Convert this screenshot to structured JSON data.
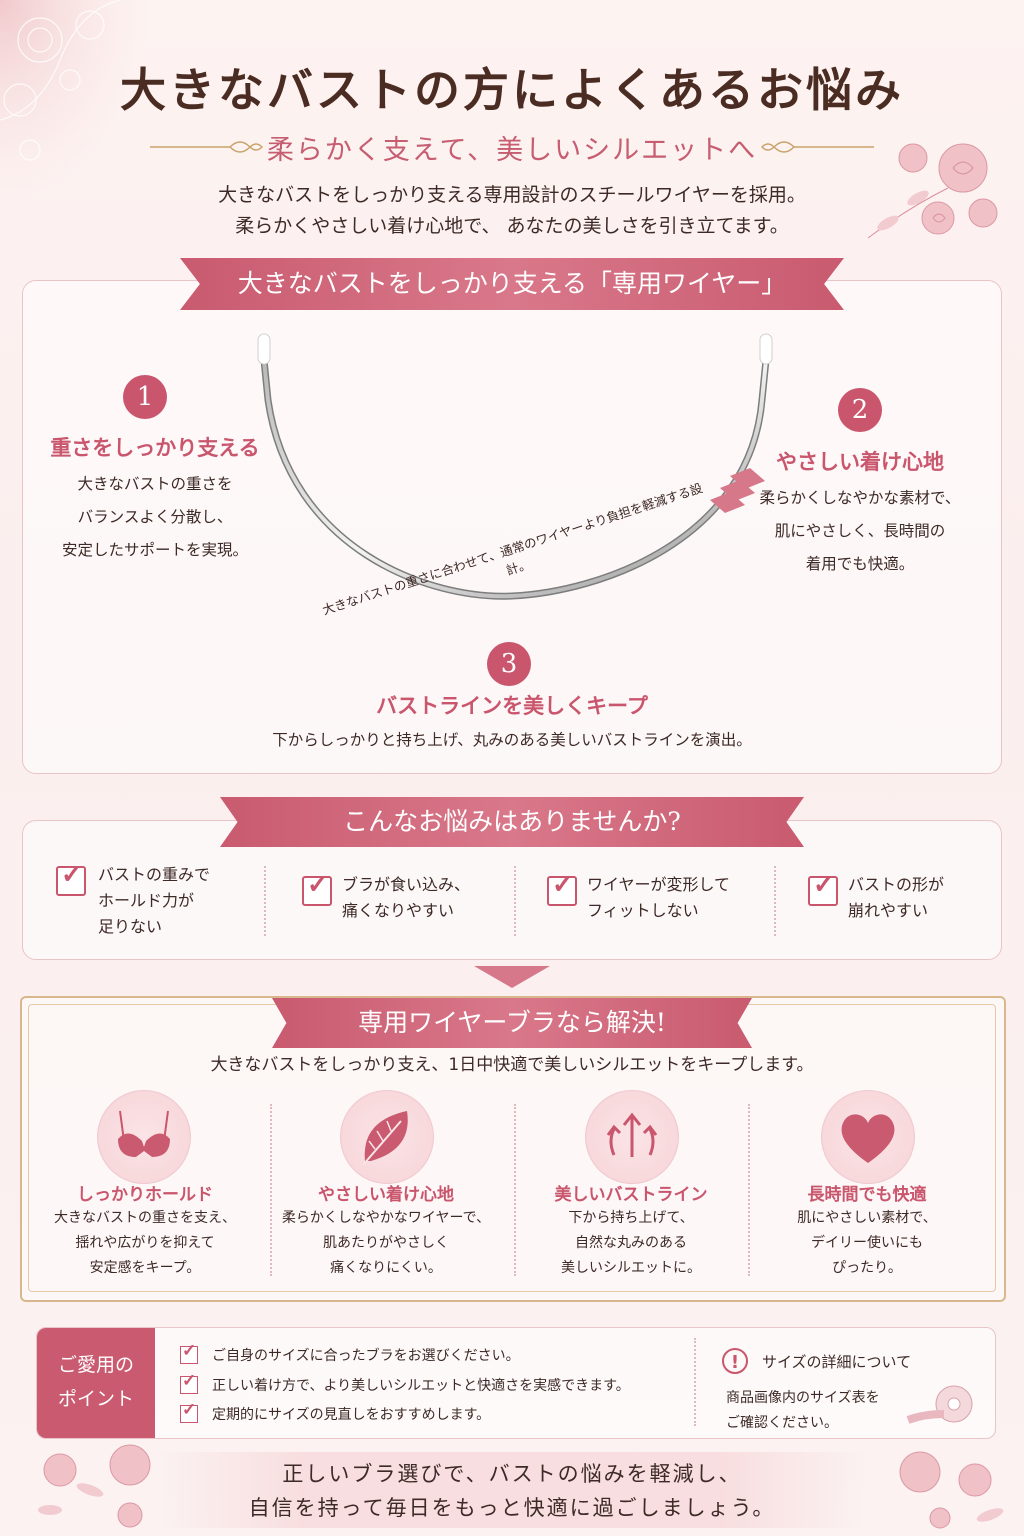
{
  "header": {
    "title": "大きなバストの方によくあるお悩み",
    "subtitle": "柔らかく支えて、美しいシルエットへ",
    "intro_line1": "大きなバストをしっかり支える専用設計のスチールワイヤーを採用。",
    "intro_line2": "柔らかくやさしい着け心地で、 あなたの美しさを引き立てます。"
  },
  "wire_section": {
    "ribbon": "大きなバストをしっかり支える「専用ワイヤー」",
    "wire_caption": "大きなバストの重さに合わせて、通常のワイヤーより負担を軽減する設計。",
    "points": [
      {
        "number": "1",
        "title": "重さをしっかり支える",
        "lines": [
          "大きなバストの重さを",
          "バランスよく分散し、",
          "安定したサポートを実現。"
        ]
      },
      {
        "number": "2",
        "title": "やさしい着け心地",
        "lines": [
          "柔らかくしなやかな素材で、",
          "肌にやさしく、長時間の",
          "着用でも快適。"
        ]
      },
      {
        "number": "3",
        "title": "バストラインを美しくキープ",
        "lines": [
          "下からしっかりと持ち上げ、丸みのある美しいバストラインを演出。"
        ]
      }
    ]
  },
  "worries": {
    "ribbon": "こんなお悩みはありませんか?",
    "items": [
      {
        "lines": [
          "バストの重みで",
          "ホールド力が",
          "足りない"
        ]
      },
      {
        "lines": [
          "ブラが食い込み、",
          "痛くなりやすい"
        ]
      },
      {
        "lines": [
          "ワイヤーが変形して",
          "フィットしない"
        ]
      },
      {
        "lines": [
          "バストの形が",
          "崩れやすい"
        ]
      }
    ]
  },
  "solution": {
    "ribbon": "専用ワイヤーブラなら解決!",
    "lead": "大きなバストをしっかり支え、1日中快適で美しいシルエットをキープします。",
    "features": [
      {
        "icon": "bra-icon",
        "title": "しっかりホールド",
        "lines": [
          "大きなバストの重さを支え、",
          "揺れや広がりを抑えて",
          "安定感をキープ。"
        ]
      },
      {
        "icon": "leaf-icon",
        "title": "やさしい着け心地",
        "lines": [
          "柔らかくしなやかなワイヤーで、",
          "肌あたりがやさしく",
          "痛くなりにくい。"
        ]
      },
      {
        "icon": "lift-arrows-icon",
        "title": "美しいバストライン",
        "lines": [
          "下から持ち上げて、",
          "自然な丸みのある",
          "美しいシルエットに。"
        ]
      },
      {
        "icon": "heart-icon",
        "title": "長時間でも快適",
        "lines": [
          "肌にやさしい素材で、",
          "デイリー使いにも",
          "ぴったり。"
        ]
      }
    ]
  },
  "usage": {
    "label_line1": "ご愛用の",
    "label_line2": "ポイント",
    "items": [
      "ご自身のサイズに合ったブラをお選びください。",
      "正しい着け方で、より美しいシルエットと快適さを実感できます。",
      "定期的にサイズの見直しをおすすめします。"
    ],
    "size_title": "サイズの詳細について",
    "size_line1": "商品画像内のサイズ表を",
    "size_line2": "ご確認ください。"
  },
  "closing": {
    "line1": "正しいブラ選びで、バストの悩みを軽減し、",
    "line2": "自信を持って毎日をもっと快適に過ごしましょう。"
  },
  "colors": {
    "accent": "#c9566d",
    "ribbon": "#c95a6f",
    "text": "#3d2a26",
    "background": "#fbeeee"
  }
}
